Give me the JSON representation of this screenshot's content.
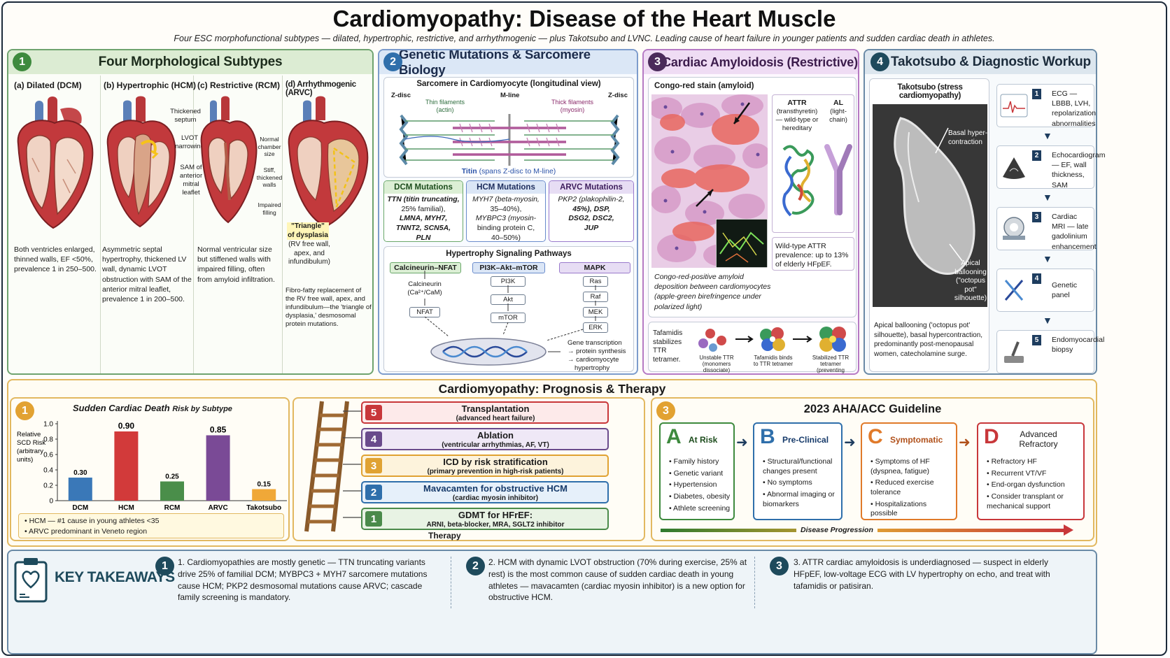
{
  "header": {
    "title": "Cardiomyopathy: Disease of the Heart Muscle",
    "subtitle": "Four ESC morphofunctional subtypes — dilated, hypertrophic, restrictive, and arrhythmogenic — plus Takotsubo and LVNC. Leading cause of heart failure in younger patients and sudden cardiac death in athletes."
  },
  "panel1": {
    "num": "1",
    "title": "Four Morphological Subtypes",
    "subtypes": [
      {
        "label": "(a)  Dilated (DCM)",
        "text": "Both ventricles enlarged, thinned walls, EF <50%, prevalence 1 in 250–500."
      },
      {
        "label": "(b)  Hypertrophic (HCM)",
        "text": "Asymmetric septal hypertrophy, thickened LV wall, dynamic LVOT obstruction with SAM of the anterior mitral leaflet, prevalence 1 in 200–500.",
        "callouts": [
          "Thickened septum",
          "LVOT narrowing",
          "SAM of anterior mitral leaflet"
        ]
      },
      {
        "label": "(c)  Restrictive (RCM)",
        "text": "Normal ventricular size but stiffened walls with impaired filling, often from amyloid infiltration.",
        "callouts": [
          "Normal chamber size",
          "Stiff, thickened walls",
          "Impaired filling"
        ]
      },
      {
        "label": "(d)  Arrhythmogenic (ARVC)",
        "text": "Fibro-fatty replacement of the RV free wall, apex, and infundibulum—the 'triangle of dysplasia,' desmosomal protein mutations.",
        "callouts": [
          "\"Triangle\" of dysplasia",
          "(RV free wall, apex, and infundibulum)"
        ]
      }
    ]
  },
  "panel2": {
    "num": "2",
    "title": "Genetic Mutations & Sarcomere Biology",
    "sarcomere": {
      "title": "Sarcomere in Cardiomyocyte (longitudinal view)",
      "zdisc_left": "Z-disc",
      "mline": "M-line",
      "zdisc_right": "Z-disc",
      "thin": "Thin filaments (actin)",
      "thick": "Thick filaments (myosin)",
      "titin_bold": "Titin",
      "titin_rest": "(spans Z-disc to M-line)"
    },
    "mutations": [
      {
        "title": "DCM Mutations",
        "lines": [
          "TTN (titin truncating,",
          "25% familial),",
          "LMNA, MYH7,",
          "TNNT2, SCN5A,",
          "PLN"
        ]
      },
      {
        "title": "HCM Mutations",
        "lines": [
          "MYH7 (beta-myosin,",
          "35–40%),",
          "MYBPC3 (myosin-",
          "binding protein C,",
          "40–50%)"
        ]
      },
      {
        "title": "ARVC Mutations",
        "lines": [
          "PKP2 (plakophilin-2,",
          "45%), DSP,",
          "DSG2, DSC2,",
          "JUP"
        ]
      }
    ],
    "signaling": {
      "title": "Hypertrophy Signaling Pathways",
      "calcineurin": "Calcineurin–NFAT",
      "calcineurin_sub": "Calcineurin (Ca²⁺/CaM)",
      "nfat": "NFAT",
      "pi3k_head": "PI3K–Akt–mTOR",
      "pi3k": [
        "PI3K",
        "Akt",
        "mTOR"
      ],
      "mapk_head": "MAPK",
      "mapk": [
        "Ras",
        "Raf",
        "MEK",
        "ERK"
      ],
      "outcome": [
        "Gene transcription",
        "→ protein synthesis",
        "→ cardiomyocyte",
        "hypertrophy"
      ]
    }
  },
  "panel3": {
    "num": "3",
    "title": "Cardiac Amyloidosis (Restrictive)",
    "stain_title": "Congo-red stain (amyloid)",
    "stain_caption": "Congo-red-positive amyloid deposition between cardiomyocytes (apple-green birefringence under polarized light)",
    "attr": {
      "title": "ATTR",
      "lines": [
        "(transthyretin)",
        "— wild-type or",
        "hereditary"
      ]
    },
    "al": {
      "title": "AL",
      "lines": [
        "(light-chain)"
      ]
    },
    "prevalence": "Wild-type ATTR prevalence: up to 13% of elderly HFpEF.",
    "tafamidis": "Tafamidis stabilizes TTR tetramer.",
    "tt_steps": [
      "Unstable TTR (monomers dissociate)",
      "Tafamidis binds to TTR tetramer",
      "Stabilized TTR tetramer (preventing dissociation)"
    ]
  },
  "panel4": {
    "num": "4",
    "title": "Takotsubo & Diagnostic Workup",
    "tako_title": "Takotsubo (stress cardiomyopathy)",
    "basal": "Basal hyper-contraction",
    "apical": "Apical ballooning (\"octopus pot\" silhouette)",
    "tako_text": "Apical ballooning ('octopus pot' silhouette), basal hypercontraction, predominantly post-menopausal women, catecholamine surge.",
    "diagnostics": [
      {
        "n": "1",
        "text": "ECG — LBBB, LVH, repolarization abnormalities"
      },
      {
        "n": "2",
        "text": "Echocardiogram — EF, wall thickness, SAM"
      },
      {
        "n": "3",
        "text": "Cardiac MRI — late gadolinium enhancement"
      },
      {
        "n": "4",
        "text": "Genetic panel"
      },
      {
        "n": "5",
        "text": "Endomyocardial biopsy"
      }
    ]
  },
  "bottom": {
    "title": "Cardiomyopathy: Prognosis & Therapy",
    "chart_box": {
      "num": "1",
      "title_a": "Sudden Cardiac  Death",
      "title_b": "Risk by Subtype",
      "notes": [
        "• HCM — #1 cause in young athletes <35",
        "• ARVC predominant in Veneto region"
      ]
    },
    "therapy": {
      "label": "Therapy",
      "rungs": [
        {
          "n": "5",
          "title": "Transplantation",
          "sub": "(advanced heart failure)",
          "color": "#c8373a"
        },
        {
          "n": "4",
          "title": "Ablation",
          "sub": "(ventricular arrhythmias, AF, VT)",
          "color": "#6a4a8c"
        },
        {
          "n": "3",
          "title": "ICD by risk stratification",
          "sub": "(primary prevention in high-risk patients)",
          "color": "#e0a232"
        },
        {
          "n": "2",
          "title": "Mavacamten for obstructive HCM",
          "sub": "(cardiac myosin inhibitor)",
          "color": "#2f6fab"
        },
        {
          "n": "1",
          "title": "GDMT for HFrEF:",
          "sub": "ARNI, beta-blocker, MRA, SGLT2 inhibitor",
          "color": "#4a8a4a"
        }
      ]
    },
    "guideline": {
      "num": "3",
      "title": "2023 AHA/ACC Guideline",
      "progression": "Disease Progression",
      "stages": [
        {
          "letter": "A",
          "name": "At Risk",
          "color": "#3e8a3e",
          "items": [
            "Family history",
            "Genetic variant",
            "Hypertension",
            "Diabetes, obesity",
            "Athlete screening"
          ]
        },
        {
          "letter": "B",
          "name": "Pre-Clinical",
          "color": "#2f6fab",
          "items": [
            "Structural/functional changes present",
            "No symptoms",
            "Abnormal imaging or biomarkers"
          ]
        },
        {
          "letter": "C",
          "name": "Symptomatic",
          "color": "#e07a2a",
          "items": [
            "Symptoms of HF (dyspnea, fatigue)",
            "Reduced exercise tolerance",
            "Hospitalizations possible"
          ]
        },
        {
          "letter": "D",
          "name": "Advanced Refractory",
          "color": "#c8373a",
          "items": [
            "Refractory HF",
            "Recurrent VT/VF",
            "End-organ dysfunction",
            "Consider transplant or mechanical support"
          ]
        }
      ]
    }
  },
  "takeaways": {
    "label": "KEY TAKEAWAYS",
    "items": [
      {
        "n": "1",
        "text": "1. Cardiomyopathies are mostly genetic — TTN truncating variants drive 25% of familial DCM; MYBPC3 + MYH7 sarcomere mutations cause HCM; PKP2 desmosomal mutations cause ARVC; cascade family screening is mandatory."
      },
      {
        "n": "2",
        "text": "2. HCM with dynamic LVOT obstruction (70% during exercise, 25% at rest) is the most common cause of sudden cardiac death in young athletes — mavacamten (cardiac myosin inhibitor) is a new option for obstructive HCM."
      },
      {
        "n": "3",
        "text": "3. ATTR cardiac amyloidosis is underdiagnosed — suspect in elderly HFpEF, low-voltage ECG with LV hypertrophy on echo, and treat with tafamidis or patisiran."
      }
    ]
  },
  "chart_data": {
    "type": "bar",
    "title": "Sudden Cardiac  Death Risk by Subtype",
    "ylabel": "Relative SCD Risk (arbitrary units)",
    "categories": [
      "DCM",
      "HCM",
      "RCM",
      "ARVC",
      "Takotsubo"
    ],
    "values": [
      0.3,
      0.9,
      0.25,
      0.85,
      0.15
    ],
    "value_labels": [
      "0.30",
      "0.90",
      "0.25",
      "0.85",
      "0.15"
    ],
    "colors": [
      "#3a78b8",
      "#d23a3a",
      "#4a8e4a",
      "#7a4a96",
      "#f0a838"
    ],
    "ylim": [
      0,
      1.0
    ],
    "yticks": [
      "0",
      "0.2",
      "0.4",
      "0.6",
      "0.8",
      "1.0"
    ]
  }
}
